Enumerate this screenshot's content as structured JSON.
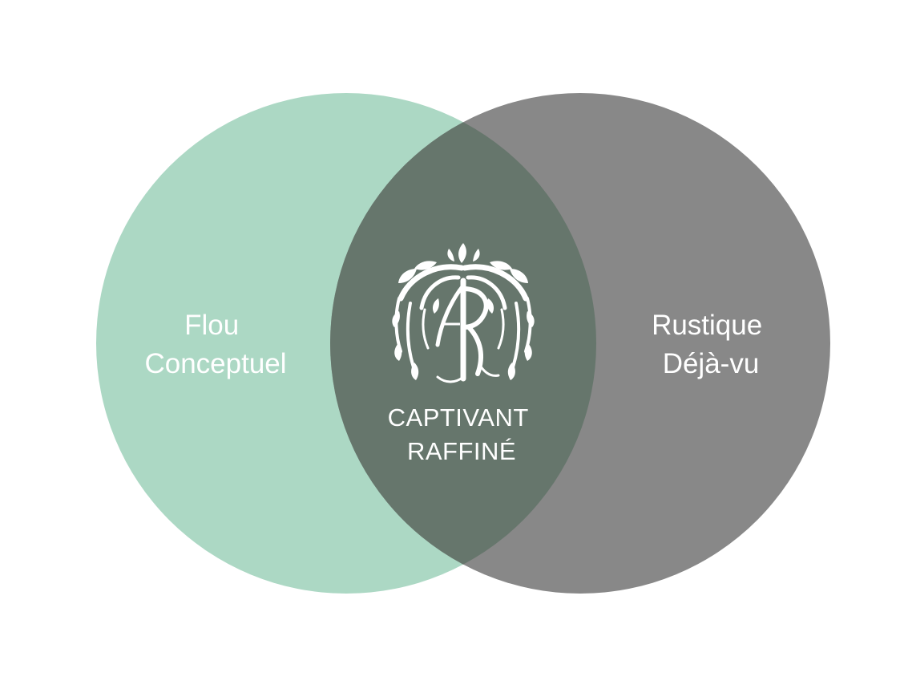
{
  "diagram": {
    "type": "venn",
    "left_set": {
      "lines": [
        "Flou",
        "Conceptuel"
      ],
      "color": "#acd8c4"
    },
    "right_set": {
      "lines": [
        "Rustique",
        "Déjà-vu"
      ],
      "color": "#888888"
    },
    "intersection": {
      "lines": [
        "CAPTIVANT",
        "RAFFINÉ"
      ],
      "color": "#66766c",
      "icon": "willow-tree-monogram-icon"
    },
    "text_color": "#ffffff"
  }
}
